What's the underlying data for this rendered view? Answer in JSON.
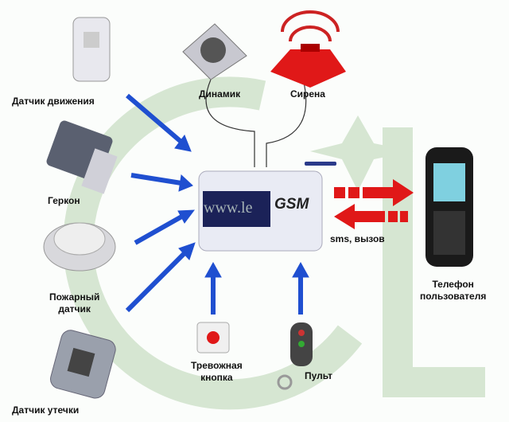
{
  "labels": {
    "motion_sensor": "Датчик движения",
    "speaker": "Динамик",
    "siren": "Сирена",
    "reed_switch": "Геркон",
    "fire_sensor_1": "Пожарный",
    "fire_sensor_2": "датчик",
    "leak_sensor": "Датчик утечки",
    "panic_button_1": "Тревожная",
    "panic_button_2": "кнопка",
    "remote": "Пульт",
    "sms_call": "sms, вызов",
    "phone_1": "Телефон",
    "phone_2": "пользователя"
  },
  "hub": {
    "brand": "GSM",
    "watermark": "www.le"
  },
  "colors": {
    "arrow_blue": "#1f4fd0",
    "arrow_red": "#e01818",
    "watermark_green": "#c9dcc4"
  }
}
